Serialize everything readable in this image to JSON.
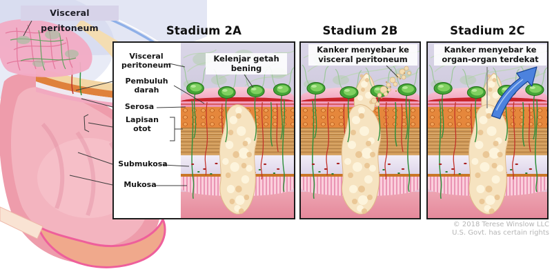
{
  "overview": {
    "peritoneum_label": "Visceral peritoneum"
  },
  "panels": [
    {
      "title": "Stadium 2A"
    },
    {
      "title": "Stadium 2B",
      "annotation": {
        "line1": "Kanker menyebar ke",
        "line2": "visceral peritoneum"
      }
    },
    {
      "title": "Stadium 2C",
      "annotation": {
        "line1": "Kanker menyebar ke",
        "line2": "organ-organ terdekat"
      }
    }
  ],
  "layer_labels": {
    "visceral_line1": "Visceral",
    "visceral_line2": "peritoneum",
    "pembuluh": "Pembuluh darah",
    "serosa": "Serosa",
    "lapisan_line1": "Lapisan",
    "lapisan_line2": "otot",
    "submukosa": "Submukosa",
    "mukosa": "Mukosa"
  },
  "annotations": {
    "lymph_line1": "Kelenjar getah",
    "lymph_line2": "bening"
  },
  "copyright": {
    "line1": "© 2018 Terese Winslow LLC",
    "line2": "U.S. Govt. has certain rights"
  },
  "colors": {
    "label_chip_bg": "#d7d3e9",
    "panel_border": "#1c1c1c",
    "lymph_node_green": "#44a437",
    "blood_vessel_red": "#c9242b",
    "tumor_cream": "#f6e3c0",
    "spread_arrow_blue": "#4c82de",
    "muscle_orange": "#e5873c",
    "mucosa_pink": "#f5b9cc",
    "copyright_gray": "#b5b5b5"
  }
}
